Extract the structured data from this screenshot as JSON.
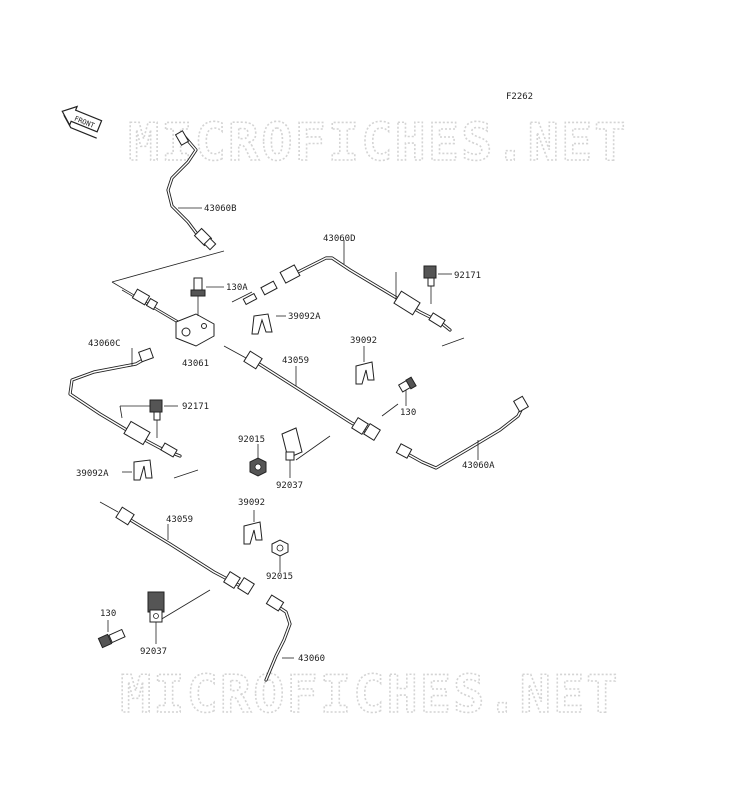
{
  "figure_code": "F2262",
  "front_badge": "FRONT",
  "watermark": "MICROFICHES.NET",
  "parts": [
    {
      "id": "p0",
      "label": "43060B"
    },
    {
      "id": "p1",
      "label": "43060D"
    },
    {
      "id": "p2",
      "label": "92171"
    },
    {
      "id": "p3",
      "label": "130A"
    },
    {
      "id": "p4",
      "label": "39092A"
    },
    {
      "id": "p5",
      "label": "39092"
    },
    {
      "id": "p6",
      "label": "43060C"
    },
    {
      "id": "p7",
      "label": "43061"
    },
    {
      "id": "p8",
      "label": "43059"
    },
    {
      "id": "p9",
      "label": "92171"
    },
    {
      "id": "p10",
      "label": "130"
    },
    {
      "id": "p11",
      "label": "92015"
    },
    {
      "id": "p12",
      "label": "92037"
    },
    {
      "id": "p13",
      "label": "43060A"
    },
    {
      "id": "p14",
      "label": "39092A"
    },
    {
      "id": "p15",
      "label": "39092"
    },
    {
      "id": "p16",
      "label": "43059"
    },
    {
      "id": "p17",
      "label": "92015"
    },
    {
      "id": "p18",
      "label": "130"
    },
    {
      "id": "p19",
      "label": "92037"
    },
    {
      "id": "p20",
      "label": "43060"
    }
  ]
}
